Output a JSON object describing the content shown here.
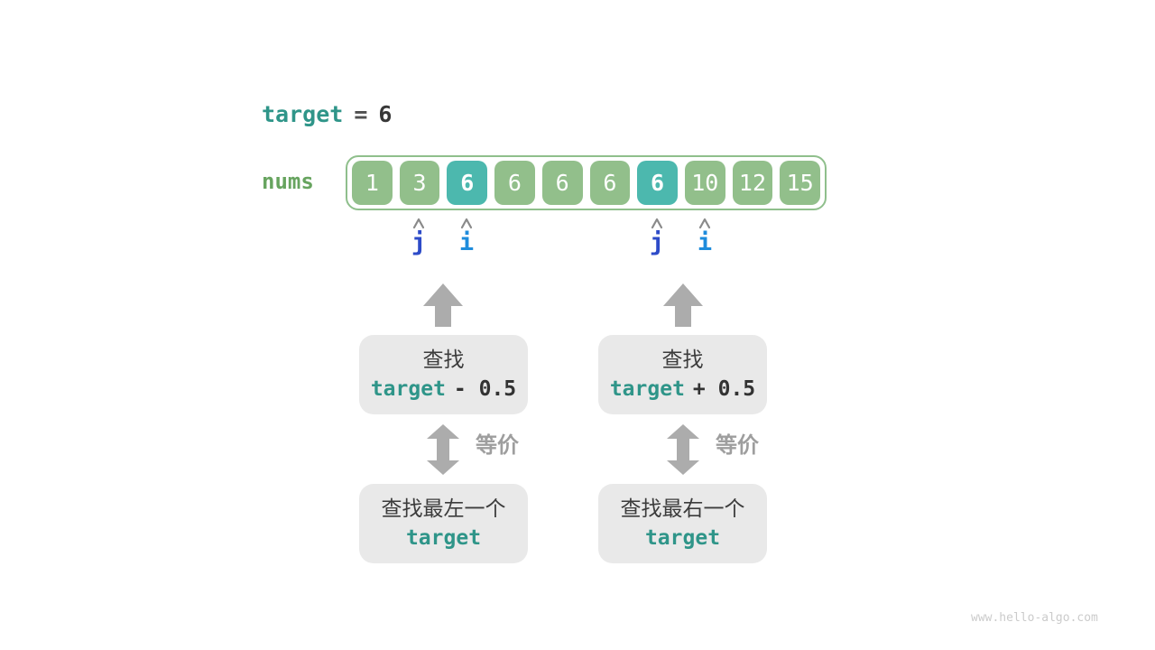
{
  "header": {
    "target_label": "target",
    "equals": "=",
    "target_value": "6"
  },
  "array": {
    "label": "nums",
    "cells": [
      {
        "value": "1",
        "highlight": false
      },
      {
        "value": "3",
        "highlight": false
      },
      {
        "value": "6",
        "highlight": true
      },
      {
        "value": "6",
        "highlight": false
      },
      {
        "value": "6",
        "highlight": false
      },
      {
        "value": "6",
        "highlight": false
      },
      {
        "value": "6",
        "highlight": true
      },
      {
        "value": "10",
        "highlight": false
      },
      {
        "value": "12",
        "highlight": false
      },
      {
        "value": "15",
        "highlight": false
      }
    ],
    "highlighted_indices": [
      2,
      6
    ]
  },
  "pointers": [
    {
      "label": "j",
      "under_index": 1,
      "color": "#2D4BC8"
    },
    {
      "label": "i",
      "under_index": 2,
      "color": "#1E8CDC"
    },
    {
      "label": "j",
      "under_index": 6,
      "color": "#2D4BC8"
    },
    {
      "label": "i",
      "under_index": 7,
      "color": "#1E8CDC"
    }
  ],
  "flows": [
    {
      "search_line1": "查找",
      "search_code_target": "target",
      "search_code_op": "- 0.5",
      "equiv_label": "等价",
      "result_line1": "查找最左一个",
      "result_code": "target"
    },
    {
      "search_line1": "查找",
      "search_code_target": "target",
      "search_code_op": "+ 0.5",
      "equiv_label": "等价",
      "result_line1": "查找最右一个",
      "result_code": "target"
    }
  ],
  "watermark": "www.hello-algo.com",
  "colors": {
    "teal_code_text": "#2F9589",
    "nums_label_green": "#67A45F",
    "array_box_green": "#92BF8B",
    "array_box_teal_highlight": "#4CB8AE",
    "array_border_green": "#8FBF8C",
    "pointer_j_blue": "#2D4BC8",
    "pointer_i_blue": "#1E8CDC",
    "gray_flow_box": "#E9E9E9",
    "arrow_gray": "#ACACAC",
    "caret_gray": "#8A8A8A",
    "dark_text": "#3C3C3C",
    "equiv_gray": "#9E9E9E",
    "watermark_gray": "#CBCBCB"
  }
}
